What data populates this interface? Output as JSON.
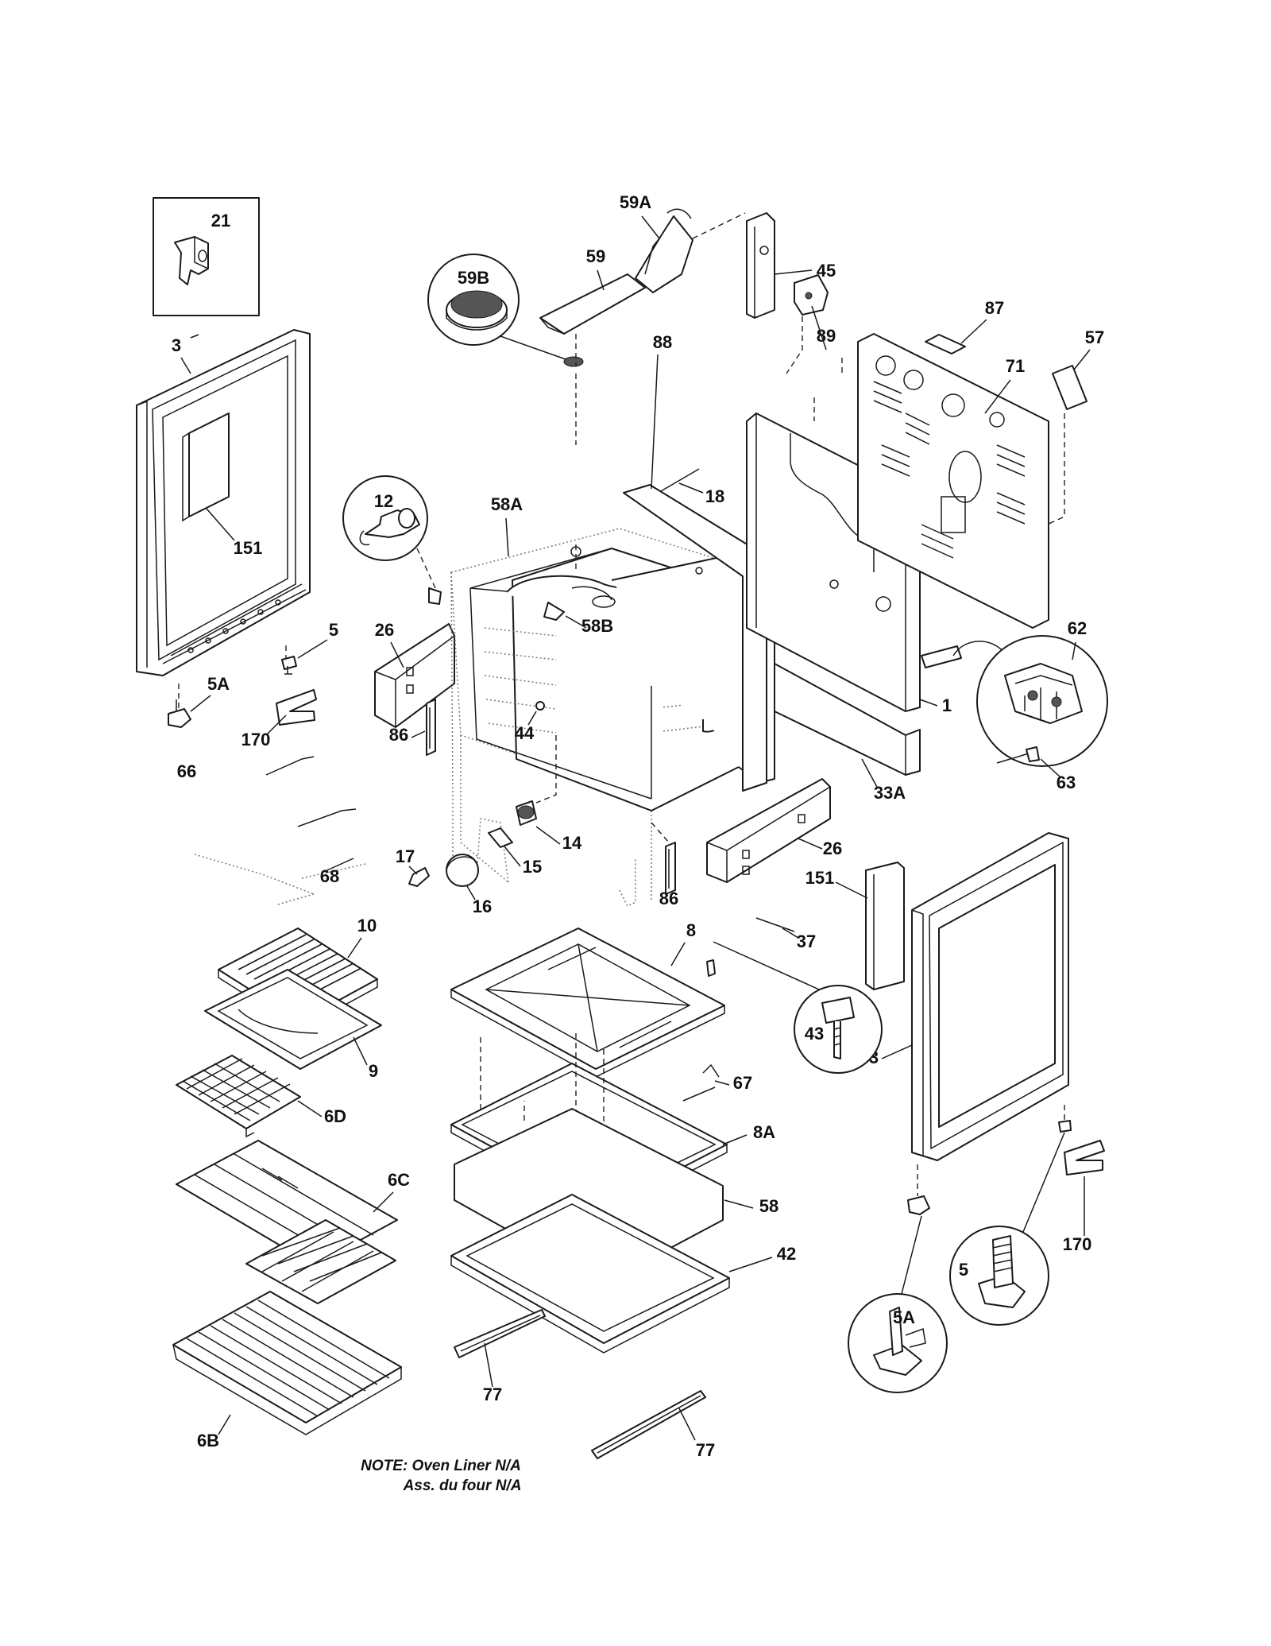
{
  "callouts": [
    {
      "id": "c21",
      "label": "21"
    },
    {
      "id": "c3a",
      "label": "3"
    },
    {
      "id": "c151a",
      "label": "151"
    },
    {
      "id": "c5a",
      "label": "5"
    },
    {
      "id": "c5Aa",
      "label": "5A"
    },
    {
      "id": "c170a",
      "label": "170"
    },
    {
      "id": "c66",
      "label": "66"
    },
    {
      "id": "c68",
      "label": "68"
    },
    {
      "id": "c12",
      "label": "12"
    },
    {
      "id": "c26a",
      "label": "26"
    },
    {
      "id": "c86a",
      "label": "86"
    },
    {
      "id": "c44",
      "label": "44"
    },
    {
      "id": "c58A",
      "label": "58A"
    },
    {
      "id": "c59B",
      "label": "59B"
    },
    {
      "id": "c59",
      "label": "59"
    },
    {
      "id": "c59A",
      "label": "59A"
    },
    {
      "id": "c45",
      "label": "45"
    },
    {
      "id": "c58B",
      "label": "58B"
    },
    {
      "id": "c88",
      "label": "88"
    },
    {
      "id": "c18",
      "label": "18"
    },
    {
      "id": "c89",
      "label": "89"
    },
    {
      "id": "c87",
      "label": "87"
    },
    {
      "id": "c71",
      "label": "71"
    },
    {
      "id": "c57",
      "label": "57"
    },
    {
      "id": "c1",
      "label": "1"
    },
    {
      "id": "c62",
      "label": "62"
    },
    {
      "id": "c63",
      "label": "63"
    },
    {
      "id": "c33A",
      "label": "33A"
    },
    {
      "id": "c26b",
      "label": "26"
    },
    {
      "id": "c14",
      "label": "14"
    },
    {
      "id": "c15",
      "label": "15"
    },
    {
      "id": "c16",
      "label": "16"
    },
    {
      "id": "c17",
      "label": "17"
    },
    {
      "id": "c86b",
      "label": "86"
    },
    {
      "id": "c151b",
      "label": "151"
    },
    {
      "id": "c37",
      "label": "37"
    },
    {
      "id": "c10",
      "label": "10"
    },
    {
      "id": "c9",
      "label": "9"
    },
    {
      "id": "c6D",
      "label": "6D"
    },
    {
      "id": "c6C",
      "label": "6C"
    },
    {
      "id": "c6B",
      "label": "6B"
    },
    {
      "id": "c8",
      "label": "8"
    },
    {
      "id": "c43",
      "label": "43"
    },
    {
      "id": "c67",
      "label": "67"
    },
    {
      "id": "c8A",
      "label": "8A"
    },
    {
      "id": "c58",
      "label": "58"
    },
    {
      "id": "c42",
      "label": "42"
    },
    {
      "id": "c77a",
      "label": "77"
    },
    {
      "id": "c77b",
      "label": "77"
    },
    {
      "id": "c3b",
      "label": "3"
    },
    {
      "id": "c170b",
      "label": "170"
    },
    {
      "id": "c5b",
      "label": "5"
    },
    {
      "id": "c5Ab",
      "label": "5A"
    }
  ],
  "note": {
    "line1": "NOTE: Oven Liner N/A",
    "line2": "Ass. du four N/A"
  }
}
